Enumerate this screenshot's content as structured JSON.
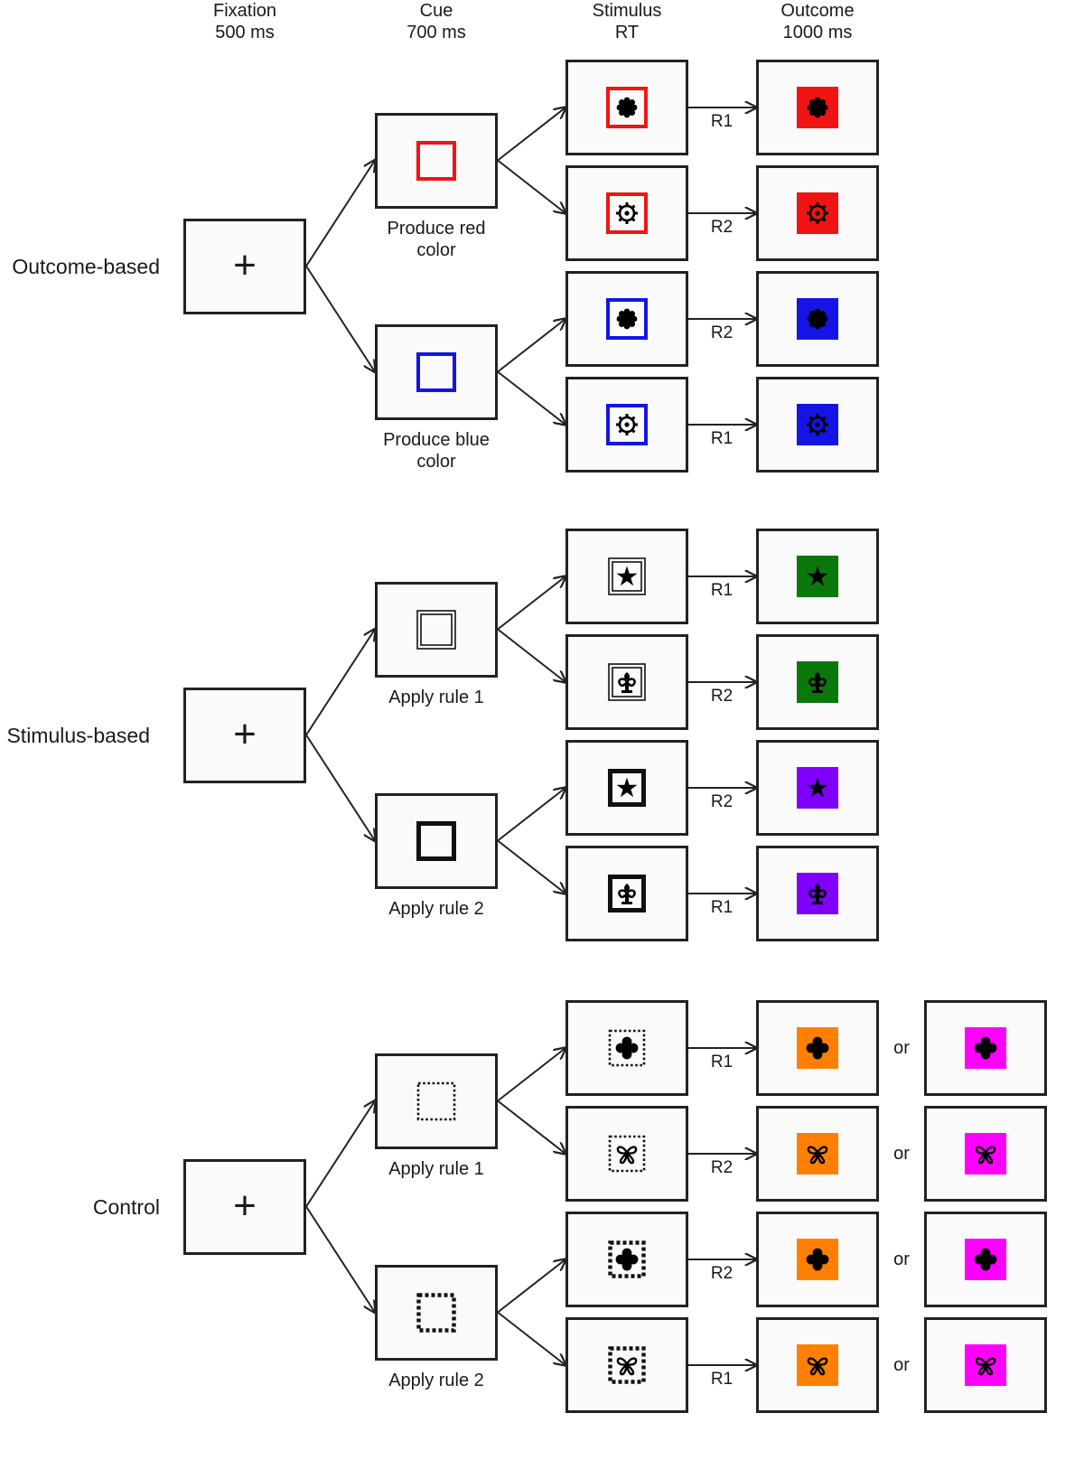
{
  "headers": [
    {
      "line1": "Fixation",
      "line2": "500 ms"
    },
    {
      "line1": "Cue",
      "line2": "700 ms"
    },
    {
      "line1": "Stimulus",
      "line2": "RT"
    },
    {
      "line1": "Outcome",
      "line2": "1000 ms"
    }
  ],
  "colors": {
    "red": "#f01414",
    "blue": "#1414e6",
    "green": "#0a780a",
    "purple": "#8000ff",
    "orange": "#ff8000",
    "magenta": "#ff00ff",
    "line": "#222222"
  },
  "fixation_symbol": "+",
  "or_label": "or",
  "blocks": [
    {
      "condition": "Outcome-based",
      "cues": [
        {
          "caption_line1": "Produce red",
          "caption_line2": "color",
          "frame": "red",
          "trials": [
            {
              "icon": "splat-icon",
              "response": "R1",
              "outcome": "red"
            },
            {
              "icon": "gear-icon",
              "response": "R2",
              "outcome": "red"
            }
          ]
        },
        {
          "caption_line1": "Produce blue",
          "caption_line2": "color",
          "frame": "blue",
          "trials": [
            {
              "icon": "splat-icon",
              "response": "R2",
              "outcome": "blue"
            },
            {
              "icon": "gear-icon",
              "response": "R1",
              "outcome": "blue"
            }
          ]
        }
      ]
    },
    {
      "condition": "Stimulus-based",
      "cues": [
        {
          "caption_line1": "Apply rule 1",
          "caption_line2": "",
          "frame": "double",
          "trials": [
            {
              "icon": "star-icon",
              "response": "R1",
              "outcome": "green"
            },
            {
              "icon": "fleur-icon",
              "response": "R2",
              "outcome": "green"
            }
          ]
        },
        {
          "caption_line1": "Apply rule 2",
          "caption_line2": "",
          "frame": "thick",
          "trials": [
            {
              "icon": "star-icon",
              "response": "R2",
              "outcome": "purple"
            },
            {
              "icon": "fleur-icon",
              "response": "R1",
              "outcome": "purple"
            }
          ]
        }
      ]
    },
    {
      "condition": "Control",
      "cues": [
        {
          "caption_line1": "Apply rule 1",
          "caption_line2": "",
          "frame": "dotted",
          "trials": [
            {
              "icon": "club-icon",
              "response": "R1",
              "outcome": "orange",
              "alt_outcome": "magenta"
            },
            {
              "icon": "bow-icon",
              "response": "R2",
              "outcome": "orange",
              "alt_outcome": "magenta"
            }
          ]
        },
        {
          "caption_line1": "Apply rule 2",
          "caption_line2": "",
          "frame": "dashed-thick",
          "trials": [
            {
              "icon": "club-icon",
              "response": "R2",
              "outcome": "orange",
              "alt_outcome": "magenta"
            },
            {
              "icon": "bow-icon",
              "response": "R1",
              "outcome": "orange",
              "alt_outcome": "magenta"
            }
          ]
        }
      ]
    }
  ]
}
